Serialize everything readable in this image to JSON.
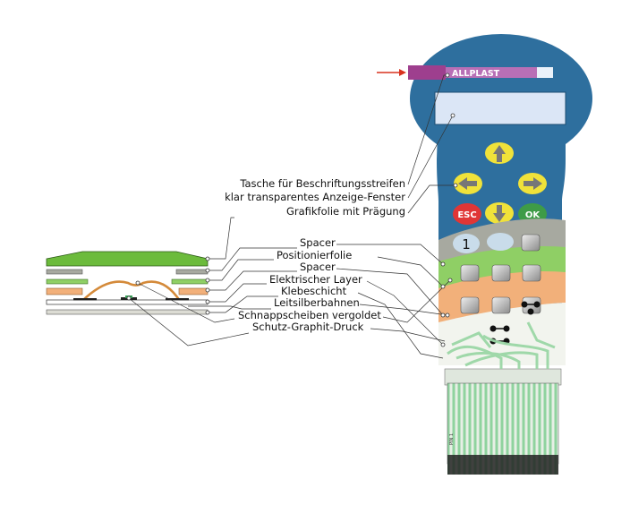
{
  "brand": {
    "name": "ALLPLAST"
  },
  "keys": {
    "esc": "ESC",
    "ok": "OK",
    "num1": "1"
  },
  "tail_mark": "PIN 1",
  "labels": [
    "Tasche für Beschriftungsstreifen",
    "klar transparentes Anzeige-Fenster",
    "Grafikfolie mit Prägung",
    "Spacer",
    "Positionierfolie",
    "Spacer",
    "Elektrischer Layer",
    "Klebeschicht",
    "Leitsilberbahnen",
    "Schnappscheiben vergoldet",
    "Schutz-Graphit-Druck"
  ],
  "colors": {
    "housing_blue": "#2e6f9e",
    "graphic_green": "#6cbb3c",
    "spacer_gray": "#a7a9a0",
    "positioning_green": "#8fcf65",
    "adhesive_orange": "#f2b07a",
    "pocket_purple": "#9e3f8e",
    "key_yellow": "#f0e23a",
    "esc_red": "#e03636",
    "ok_green": "#3e9b47",
    "trace_green": "#9bd7a6",
    "arrow_red": "#d9321f"
  }
}
